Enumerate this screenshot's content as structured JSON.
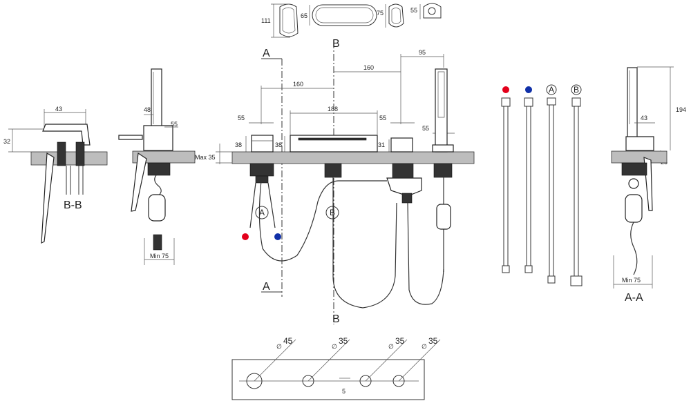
{
  "dims": {
    "d111": "111",
    "d65": "65",
    "d75": "75",
    "d55": "55",
    "d43": "43",
    "d32": "32",
    "d48": "48",
    "min75": "Min 75",
    "d95": "95",
    "d160": "160",
    "d188": "188",
    "d38": "38",
    "d31": "31",
    "max35": "Max 35",
    "d194": "194",
    "d25": "25",
    "phi45": "45",
    "phi35": "35",
    "d5": "5",
    "phi": "∅"
  },
  "sections": {
    "a": "A",
    "b": "B",
    "bb": "B-B",
    "aa": "A-A"
  },
  "balloons": {
    "a": "A",
    "b": "B"
  },
  "colors": {
    "hot": "#e3001b",
    "cold": "#1030a8"
  }
}
